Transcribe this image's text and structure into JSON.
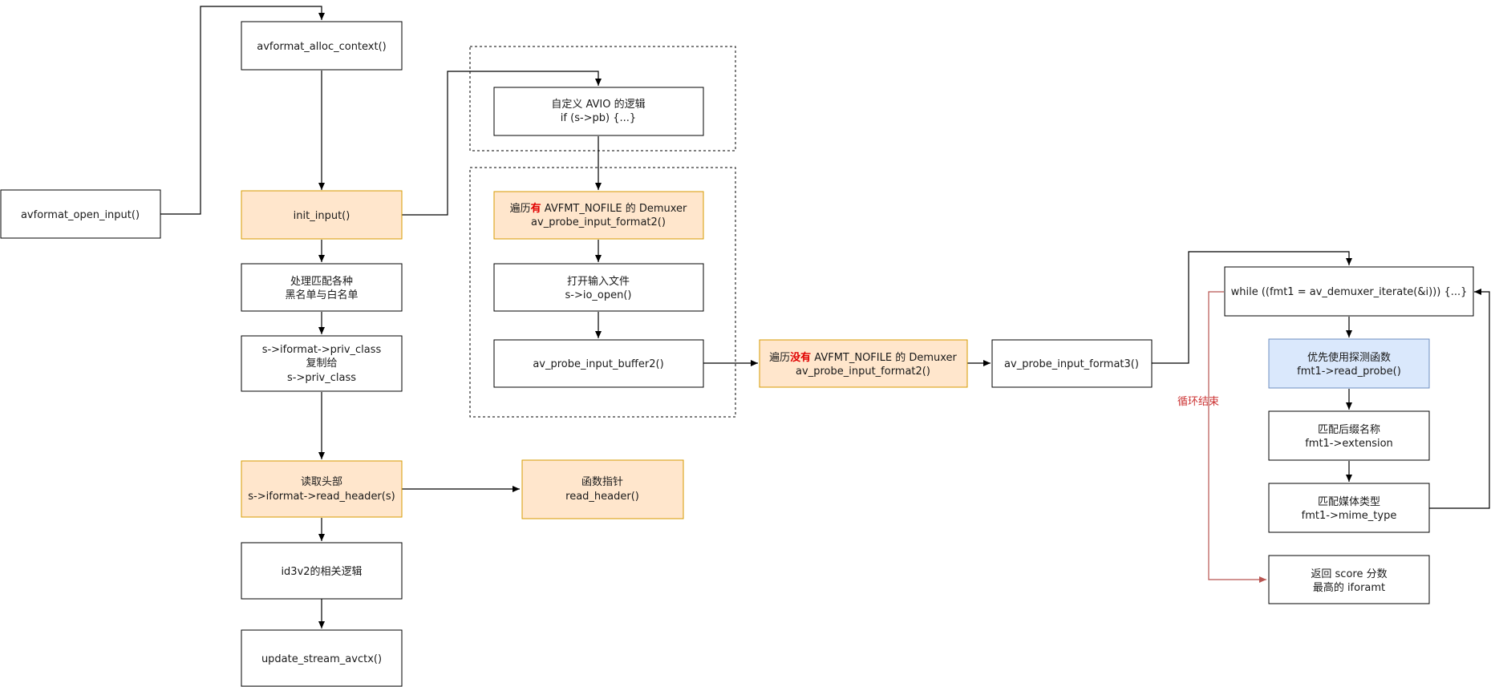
{
  "colors": {
    "box_border": "#000000",
    "box_fill": "#ffffff",
    "orange_fill": "#ffe6cc",
    "orange_border": "#d79b00",
    "blue_fill": "#dae8fc",
    "blue_border": "#6c8ebf",
    "edge": "#000000",
    "loop_exit_edge": "#b85450",
    "highlight_text": "#e00000"
  },
  "nodes": {
    "avformat_open_input": {
      "line1": "avformat_open_input()"
    },
    "avformat_alloc_context": {
      "line1": "avformat_alloc_context()"
    },
    "init_input": {
      "line1": "init_input()"
    },
    "blacklist": {
      "line1": "处理匹配各种",
      "line2": "黑名单与白名单"
    },
    "priv_class": {
      "line1": "s->iformat->priv_class",
      "line2": "复制给",
      "line3": "s->priv_class"
    },
    "read_header": {
      "line1": "读取头部",
      "line2": "s->iformat->read_header(s)"
    },
    "id3v2": {
      "line1": "id3v2的相关逻辑"
    },
    "update_stream": {
      "line1": "update_stream_avctx()"
    },
    "func_pointer": {
      "line1": "函数指针",
      "line2": "read_header()"
    },
    "custom_avio": {
      "line1": "自定义 AVIO 的逻辑",
      "line2": "if (s->pb) {...}"
    },
    "probe_format2_nofile": {
      "line1_prefix": "遍历",
      "line1_highlight": "有",
      "line1_suffix": " AVFMT_NOFILE 的 Demuxer",
      "line2": "av_probe_input_format2()"
    },
    "io_open": {
      "line1": "打开输入文件",
      "line2": "s->io_open()"
    },
    "probe_buffer2": {
      "line1": "av_probe_input_buffer2()"
    },
    "probe_format2_no_nofile": {
      "line1_prefix": "遍历",
      "line1_highlight": "没有",
      "line1_suffix": " AVFMT_NOFILE 的 Demuxer",
      "line2": "av_probe_input_format2()"
    },
    "probe_format3": {
      "line1": "av_probe_input_format3()"
    },
    "while_iterate": {
      "line1": "while ((fmt1 = av_demuxer_iterate(&i))) {...}"
    },
    "read_probe": {
      "line1": "优先使用探测函数",
      "line2": "fmt1->read_probe()"
    },
    "extension": {
      "line1": "匹配后缀名称",
      "line2": "fmt1->extension"
    },
    "mime_type": {
      "line1": "匹配媒体类型",
      "line2": "fmt1->mime_type"
    },
    "return_score": {
      "line1": "返回 score 分数",
      "line2": "最高的 iforamt"
    }
  },
  "edge_labels": {
    "loop_end": "循环结束"
  }
}
